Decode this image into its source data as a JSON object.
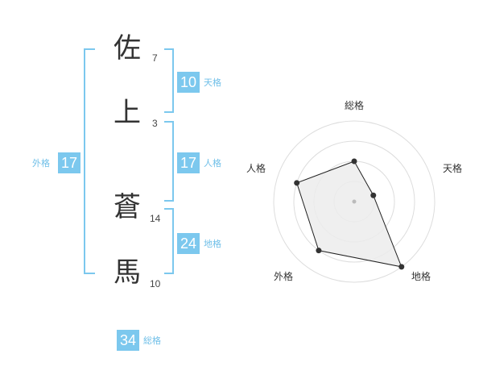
{
  "name_chars": [
    {
      "char": "佐",
      "strokes": "7"
    },
    {
      "char": "上",
      "strokes": "3"
    },
    {
      "char": "蒼",
      "strokes": "14"
    },
    {
      "char": "馬",
      "strokes": "10"
    }
  ],
  "kakusu": {
    "tenkaku": {
      "value": "10",
      "label": "天格"
    },
    "jinkaku": {
      "value": "17",
      "label": "人格"
    },
    "chikaku": {
      "value": "24",
      "label": "地格"
    },
    "gaikaku": {
      "value": "17",
      "label": "外格"
    },
    "soukaku": {
      "value": "34",
      "label": "総格"
    }
  },
  "radar": {
    "axes": [
      "総格",
      "天格",
      "地格",
      "外格",
      "人格"
    ],
    "levels": 4,
    "values": [
      0.5,
      0.25,
      1.0,
      0.75,
      0.75
    ],
    "colors": {
      "fill": "#ececec",
      "stroke": "#222222",
      "grid": "#dddddd",
      "point": "#333333"
    }
  }
}
